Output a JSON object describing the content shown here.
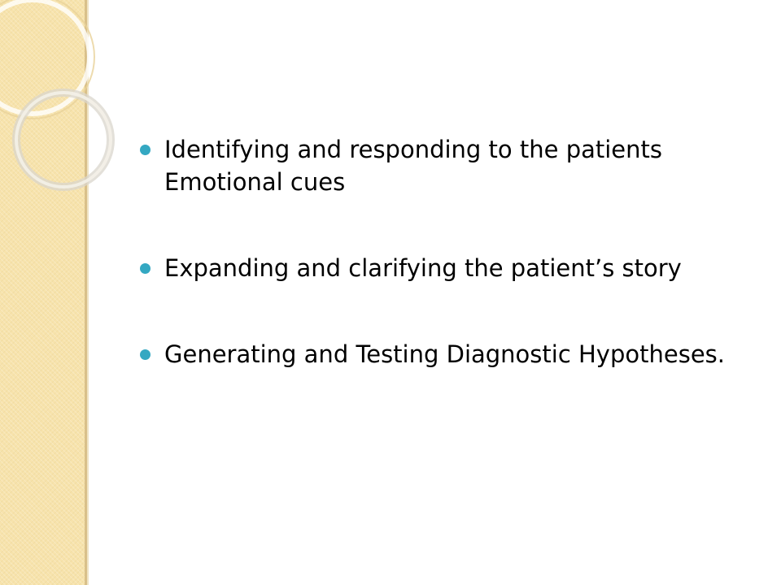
{
  "theme": {
    "bullet_color": "#34a8c2",
    "band_color": "#f7e3ac"
  },
  "bullets": [
    {
      "text": "Identifying and responding to the patients Emotional cues"
    },
    {
      "text": "Expanding and clarifying the patient’s story"
    },
    {
      "text": "Generating and Testing Diagnostic Hypotheses."
    }
  ]
}
